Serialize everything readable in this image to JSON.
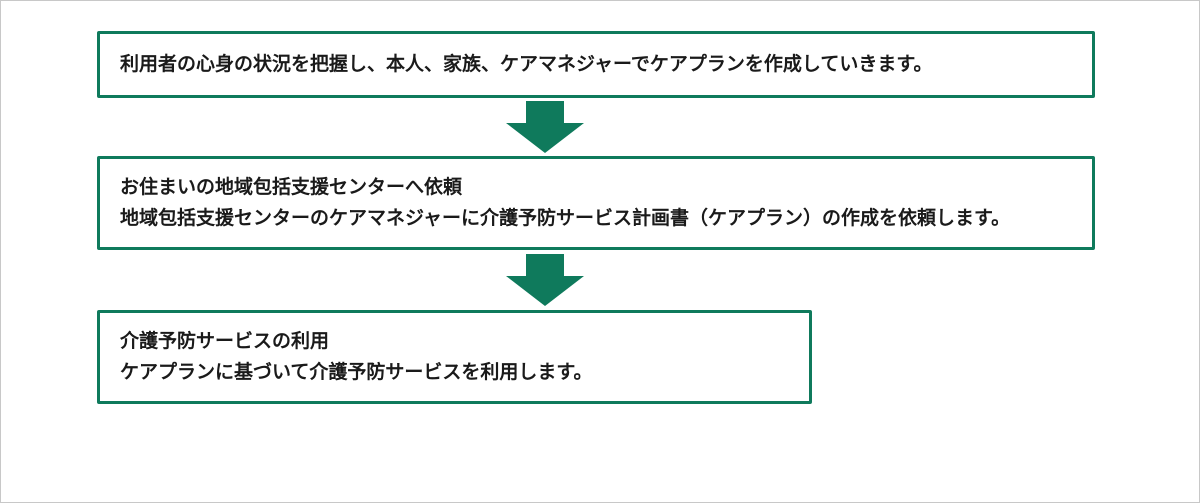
{
  "colors": {
    "accent": "#0f7a5c",
    "text": "#1a1a1a",
    "border": "#c8c8c8"
  },
  "steps": [
    {
      "lines": [
        "利用者の心身の状況を把握し、本人、家族、ケアマネジャーでケアプランを作成していきます。"
      ]
    },
    {
      "lines": [
        "お住まいの地域包括支援センターへ依頼",
        "地域包括支援センターのケアマネジャーに介護予防サービス計画書（ケアプラン）の作成を依頼します。"
      ]
    },
    {
      "lines": [
        "介護予防サービスの利用",
        "ケアプランに基づいて介護予防サービスを利用します。"
      ]
    }
  ]
}
